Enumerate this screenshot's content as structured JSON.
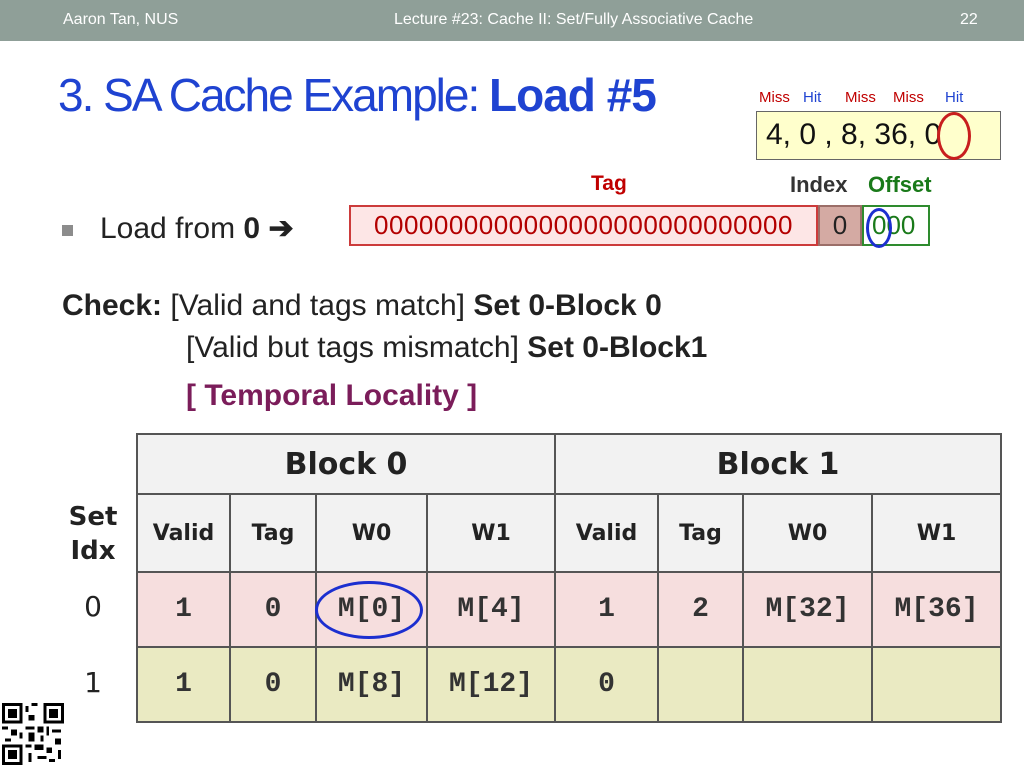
{
  "header": {
    "author": "Aaron Tan, NUS",
    "lecture": "Lecture #23: Cache II: Set/Fully Associative Cache",
    "page": "22"
  },
  "title": {
    "main": "3. SA Cache Example: ",
    "bold": "Load #5"
  },
  "sequence": {
    "labels": [
      "Miss",
      "Hit",
      "Miss",
      "Miss",
      "Hit"
    ],
    "values": "4, 0 , 8, 36, 0",
    "colors": {
      "miss": "#c00000",
      "hit": "#1f43d1"
    }
  },
  "address": {
    "tag_label": "Tag",
    "index_label": "Index",
    "offset_label": "Offset",
    "tag_bits": "0000000000000000000000000000",
    "index_bits": "0",
    "offset_bits": "000"
  },
  "load": {
    "prefix": "Load from ",
    "addr": "0",
    "arrow": "➔"
  },
  "check": {
    "label": "Check:",
    "line1_text": "[Valid and tags match] ",
    "line1_bold": "Set 0-Block 0",
    "line2_text": "[Valid but tags mismatch] ",
    "line2_bold": "Set 0-Block1",
    "note": "[ Temporal Locality ]"
  },
  "table": {
    "set_idx_line1": "Set",
    "set_idx_line2": "Idx",
    "block_headers": [
      "Block 0",
      "Block 1"
    ],
    "col_headers": [
      "Valid",
      "Tag",
      "W0",
      "W1",
      "Valid",
      "Tag",
      "W0",
      "W1"
    ],
    "rows": [
      {
        "idx": "0",
        "cells": [
          "1",
          "0",
          "M[0]",
          "M[4]",
          "1",
          "2",
          "M[32]",
          "M[36]"
        ]
      },
      {
        "idx": "1",
        "cells": [
          "1",
          "0",
          "M[8]",
          "M[12]",
          "0",
          "",
          "",
          ""
        ]
      }
    ]
  }
}
